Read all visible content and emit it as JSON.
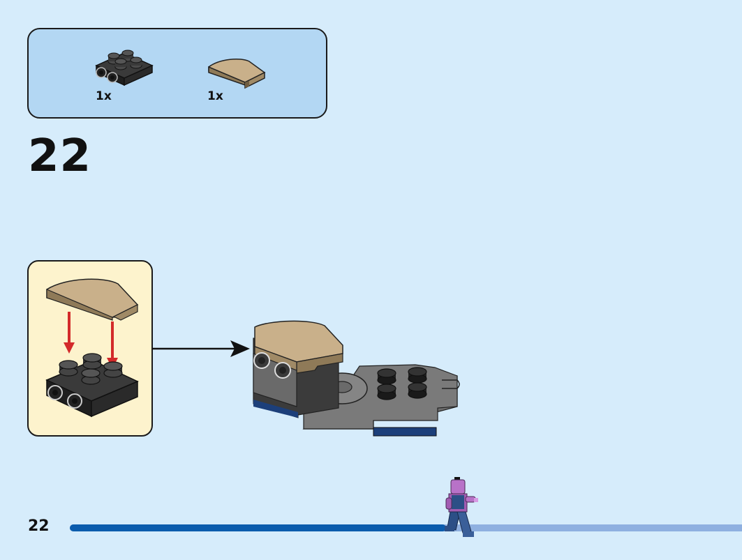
{
  "parts_list": {
    "items": [
      {
        "name": "black-plate-2x2-with-wheel-pins",
        "quantity": "1x",
        "color": "#2b2b2b"
      },
      {
        "name": "tan-curved-slope-2x2",
        "quantity": "1x",
        "color": "#b29a73"
      }
    ]
  },
  "step": {
    "number": "22"
  },
  "footer": {
    "page_number": "22",
    "progress_fraction": 0.56
  },
  "colors": {
    "background": "#d6ecfb",
    "parts_box": "#b3d7f3",
    "callout": "#fdf3cd",
    "progress_done": "#0b5cad",
    "progress_remaining": "#8fb0e0",
    "arrow_red": "#d32a2a"
  }
}
